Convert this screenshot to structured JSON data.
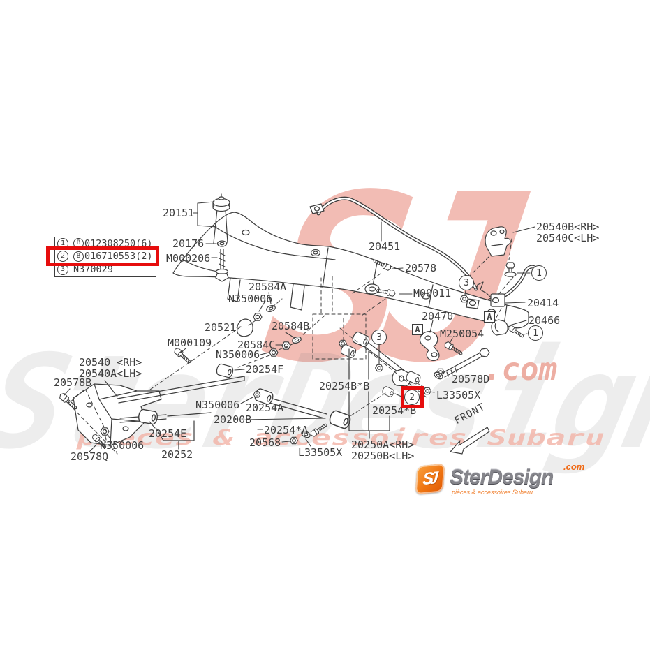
{
  "legend": {
    "rows": [
      {
        "num": "1",
        "prefix": "B",
        "code": "012308250(6)"
      },
      {
        "num": "2",
        "prefix": "B",
        "code": "016710553(2)"
      },
      {
        "num": "3",
        "prefix": "",
        "code": "N370029"
      }
    ]
  },
  "labels": {
    "p20151": "20151",
    "p20176": "20176",
    "pM000206": "M000206",
    "p20584A": "20584A",
    "pN350006": "N350006",
    "p20521": "20521",
    "p20584B": "20584B",
    "pM000109": "M000109",
    "p20584C": "20584C",
    "p20254F": "20254F",
    "p20540RH": "20540 <RH>",
    "p20540ALH": "20540A<LH>",
    "p20578B": "20578B",
    "p20254A": "20254A",
    "p20200B": "20200B",
    "p20254sA": "20254*A",
    "p20568": "20568",
    "pL33505X": "L33505X",
    "p20250ARH": "20250A<RH>",
    "p20250BLH": "20250B<LH>",
    "p20254BsB": "20254B*B",
    "p20254sB": "20254*B",
    "p20578Q": "20578Q",
    "p20254E": "20254E",
    "p20252": "20252",
    "p20578D": "20578D",
    "pM250054": "M250054",
    "p20470": "20470",
    "p20414": "20414",
    "p20466": "20466",
    "p20540BRH": "20540B<RH>",
    "p20540CLH": "20540C<LH>",
    "p20451": "20451",
    "p20578": "20578",
    "pM00011": "M00011"
  },
  "markers": {
    "one": "1",
    "two": "2",
    "three": "3",
    "boxA": "A"
  },
  "front_label": "FRONT",
  "watermark": {
    "monogram": "SJ",
    "ghost_name": "SterDesign",
    "com": ".com",
    "tagline": "pieces & accessoires Subaru"
  },
  "logo": {
    "monogram": "SJ",
    "name": "SterDesign",
    "tld": ".com",
    "tagline": "pièces & accessoires Subaru"
  },
  "colors": {
    "highlight": "#e60d0d",
    "line": "#3d3d3d",
    "logo_orange": "#f06a15"
  }
}
